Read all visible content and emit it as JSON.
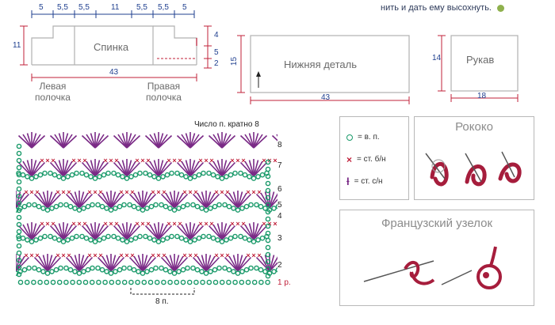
{
  "top_note": "нить и дать ему высохнуть.",
  "back": {
    "title": "Спинка",
    "top_dims": [
      "5",
      "5,5",
      "5,5",
      "11",
      "5,5",
      "5,5",
      "5"
    ],
    "right_dims": [
      "4",
      "5",
      "2"
    ],
    "left_dim": "11",
    "width": "43",
    "left_front": [
      "Левая",
      "полочка"
    ],
    "right_front": [
      "Правая",
      "полочка"
    ]
  },
  "lower_piece": {
    "title": "Нижняя деталь",
    "height": "15",
    "width": "43"
  },
  "sleeve": {
    "title": "Рукав",
    "height": "14",
    "width": "18"
  },
  "chart": {
    "title": "Число п. кратно 8",
    "rows": [
      "8",
      "7",
      "6",
      "5",
      "4",
      "3",
      "2",
      "1 р."
    ],
    "repeat": "8 п."
  },
  "legend": {
    "items": [
      {
        "symbol": "circle-icon",
        "text": "= в. п."
      },
      {
        "symbol": "x-icon",
        "text": "= ст. б/н"
      },
      {
        "symbol": "t-icon",
        "text": "= ст. с/н"
      }
    ]
  },
  "rococo": {
    "title": "Рококо"
  },
  "french_knot": {
    "title": "Французский узелок"
  },
  "colors": {
    "dim_blue": "#1f3f8f",
    "red": "#c0203a",
    "green": "#1a9a6a",
    "purple": "#7a2a86"
  }
}
